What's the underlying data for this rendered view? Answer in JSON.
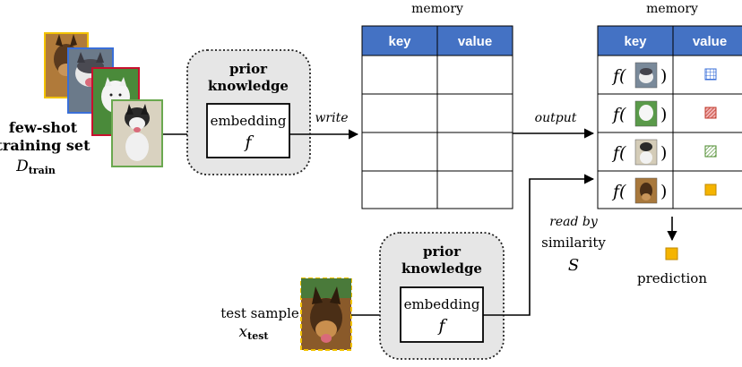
{
  "training_set": {
    "label_line1": "few-shot",
    "label_line2": "training set",
    "symbol": "D",
    "symbol_sub": "train"
  },
  "prior_top": {
    "title_line1": "prior",
    "title_line2": "knowledge",
    "embed_label": "embedding",
    "embed_symbol": "f"
  },
  "prior_bottom": {
    "title_line1": "prior",
    "title_line2": "knowledge",
    "embed_label": "embedding",
    "embed_symbol": "f"
  },
  "write_label": "write",
  "output_label": "output",
  "read_label": {
    "line1": "read by",
    "line2": "similarity",
    "symbol": "S"
  },
  "memory_left": {
    "title": "memory",
    "col_key": "key",
    "col_value": "value"
  },
  "memory_right": {
    "title": "memory",
    "col_key": "key",
    "col_value": "value",
    "rows": [
      {
        "key": "f(husky)",
        "value_color": "#3a6fd8",
        "pattern": "grid"
      },
      {
        "key": "f(samoyed)",
        "value_color": "#c0392b",
        "pattern": "diag-red"
      },
      {
        "key": "f(malamute)",
        "value_color": "#4a8a2a",
        "pattern": "diag-green"
      },
      {
        "key": "f(shepherd)",
        "value_color": "#f5b400",
        "pattern": "solid"
      }
    ]
  },
  "test_sample": {
    "label": "test sample",
    "symbol": "x",
    "symbol_sub": "test"
  },
  "prediction_label": "prediction",
  "colors": {
    "table_header": "#4472c4",
    "gold": "#f2c200",
    "blue": "#3a6fd8",
    "red": "#c8102e",
    "green": "#6aa84f"
  }
}
